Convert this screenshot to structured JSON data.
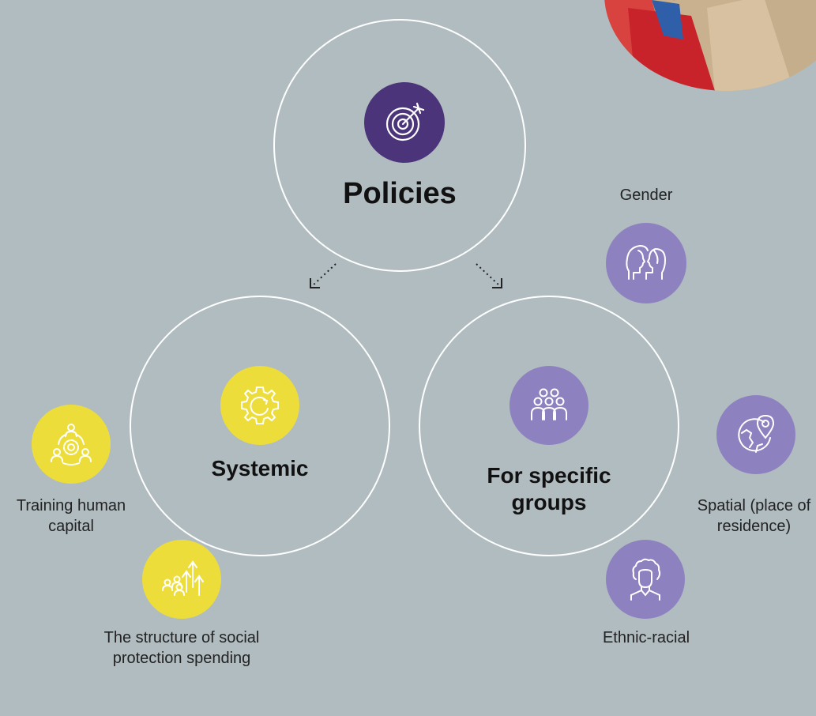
{
  "diagram": {
    "root": {
      "label": "Policies",
      "icon": "target-arrow-icon"
    },
    "branches": [
      {
        "label": "Systemic",
        "icon": "gear-cycle-icon",
        "items": [
          {
            "label": "Training human capital",
            "icon": "people-gear-icon"
          },
          {
            "label": "The structure of social protection spending",
            "icon": "people-growth-arrows-icon"
          }
        ]
      },
      {
        "label": "For specific groups",
        "icon": "group-people-icon",
        "items": [
          {
            "label": "Gender",
            "icon": "male-female-faces-icon"
          },
          {
            "label": "Spatial (place of residence)",
            "icon": "globe-pin-icon"
          },
          {
            "label": "Ethnic-racial",
            "icon": "person-curly-hair-icon"
          }
        ]
      }
    ]
  },
  "colors": {
    "background": "#b1bcc1",
    "root_icon": "#4b3479",
    "group_icons": "#8d82bf",
    "systemic_icons": "#ecdd3a",
    "circle_outline": "#ffffff"
  }
}
